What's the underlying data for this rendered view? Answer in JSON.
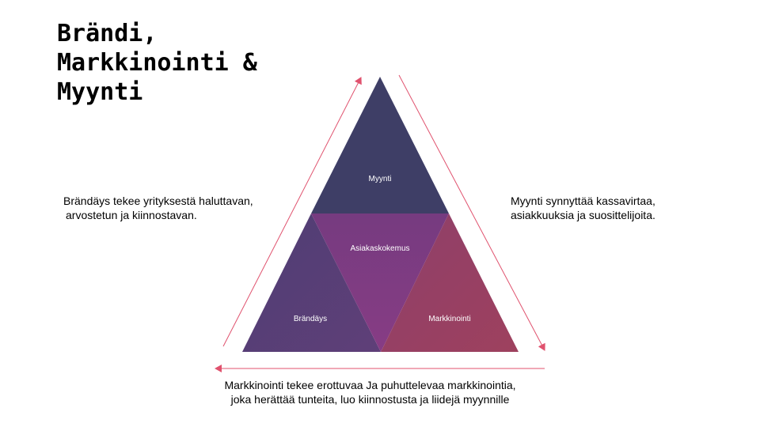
{
  "title": {
    "line1": "Brändi,",
    "line2": "Markkinointi &",
    "line3": "Myynti"
  },
  "pyramid": {
    "top": "Myynti",
    "center": "Asiakaskokemus",
    "left": "Brändäys",
    "right": "Markkinointi"
  },
  "notes": {
    "left": {
      "line1": "Brändäys tekee yrityksestä haluttavan,",
      "line2": "arvostetun ja kiinnostavan."
    },
    "right": {
      "line1": "Myynti synnyttää kassavirtaa,",
      "line2": "asiakkuuksia ja suosittelijoita."
    },
    "bottom": {
      "line1": "Markkinointi tekee erottuvaa Ja puhuttelevaa markkinointia,",
      "line2": "joka herättää tunteita, luo kiinnostusta ja liidejä myynnille"
    }
  },
  "colors": {
    "top_segment": "#3e3e66",
    "center_segment": "#7f3b82",
    "left_segment": "#5a3f78",
    "right_segment": "#98405f",
    "arrow": "#e0526e"
  }
}
